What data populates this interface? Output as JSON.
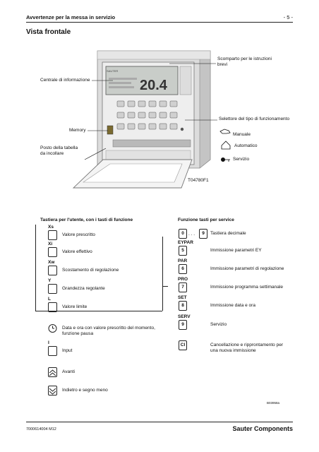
{
  "header": {
    "title": "Avvertenze per la messa in servizio",
    "page_number": "- 5 -"
  },
  "section_title": "Vista frontale",
  "figure": {
    "brand": "SAUTER",
    "display_value": "20.4",
    "callouts": {
      "scomparto": "Scomparto per le istruzioni brevi",
      "centrale": "Centrale di informazione",
      "selettore": "Selettore del tipo di funzionamento",
      "memory": "Memory",
      "posto": "Posto della tabella da incollare"
    },
    "mode_labels": [
      "Manuale",
      "Automatico",
      "Servizio"
    ],
    "figure_code": "T04780F1"
  },
  "left_panel": {
    "title": "Tastiera per l'utente, con i tasti di funzione",
    "items": [
      {
        "symbol": "Xs",
        "label": "Valore prescritto"
      },
      {
        "symbol": "Xi",
        "label": "Valore effettivo"
      },
      {
        "symbol": "Xw",
        "label": "Scostamento di regolazione"
      },
      {
        "symbol": "Y",
        "label": "Grandezza regolante"
      },
      {
        "symbol": "L",
        "label": "Valore limite"
      },
      {
        "symbol": "clock-icon",
        "label": "Data e ora con valore prescritto del momento, funzione pausa"
      },
      {
        "symbol": "I",
        "label": "Input"
      },
      {
        "symbol": "up-icon",
        "label": "Avanti"
      },
      {
        "symbol": "down-icon",
        "label": "Indietro e segno meno"
      }
    ]
  },
  "right_panel": {
    "title": "Funzione tasti per service",
    "items": [
      {
        "symbol": "",
        "key": "0",
        "key2": "9",
        "dots": ". . .",
        "label": "Tastiera decimale"
      },
      {
        "symbol": "EYPAR",
        "key": "5",
        "label": "Immissione parametri EY"
      },
      {
        "symbol": "PAR",
        "key": "6",
        "label": "Immissione parametri di regolazione"
      },
      {
        "symbol": "PRO",
        "key": "7",
        "label": "Immissione programma settimanale"
      },
      {
        "symbol": "SET",
        "key": "8",
        "label": "Immissione data e ora"
      },
      {
        "symbol": "SERV",
        "key": "9",
        "label": "Servizio"
      },
      {
        "symbol": "",
        "key": "Cl",
        "label": "Cancellazione e ripprontamento per una nuova immissione"
      }
    ]
  },
  "small_code": "B03958a",
  "footer": {
    "doc_number": "7000614004  M12",
    "company": "Sauter Components"
  }
}
